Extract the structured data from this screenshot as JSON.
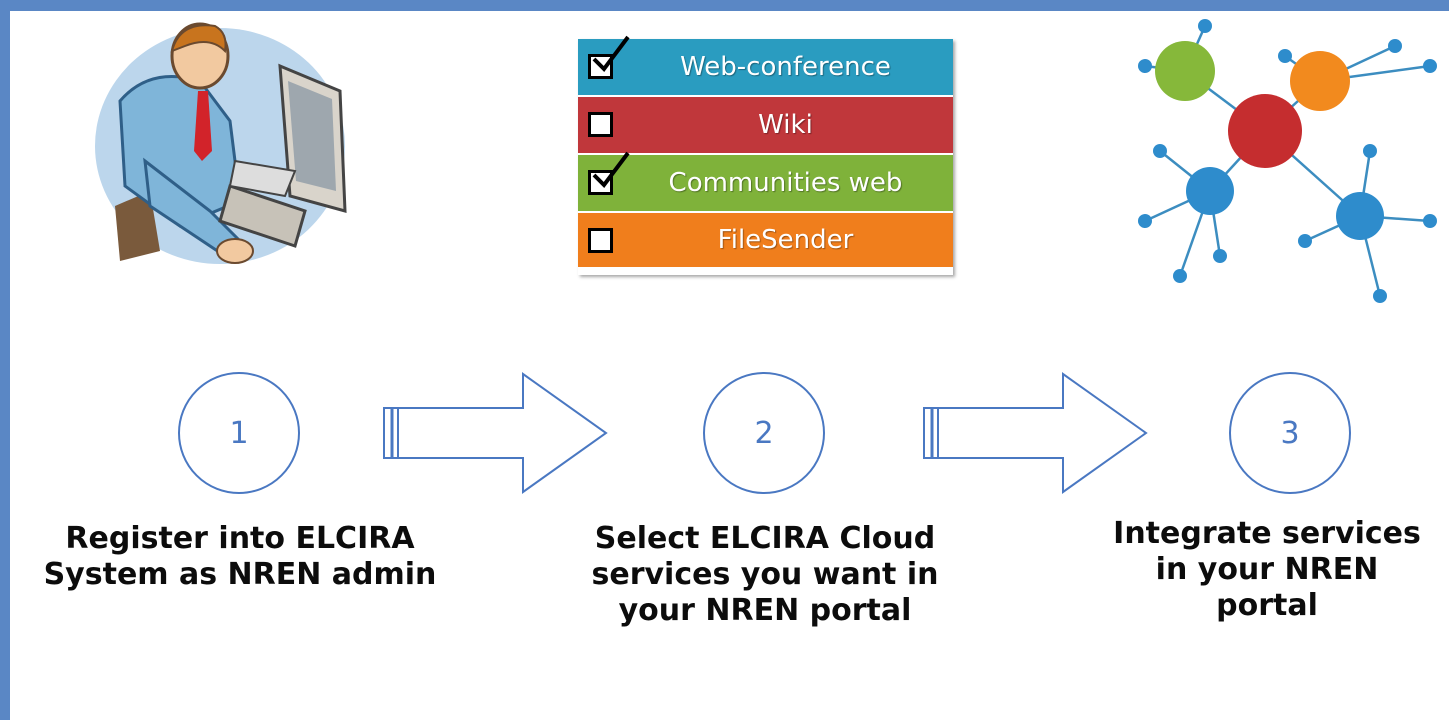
{
  "colors": {
    "frame": "#5a87c5",
    "accent": "#4a78c2",
    "webconf": "#2a9cc0",
    "wiki": "#c0373b",
    "communities": "#7fb23a",
    "filesender": "#f07e1c"
  },
  "services": [
    {
      "label": "Web-conference",
      "checked": true,
      "color": "#2a9cc0"
    },
    {
      "label": "Wiki",
      "checked": false,
      "color": "#c0373b"
    },
    {
      "label": "Communities web",
      "checked": true,
      "color": "#7fb23a"
    },
    {
      "label": "FileSender",
      "checked": false,
      "color": "#f07e1c"
    }
  ],
  "steps": [
    {
      "number": "1",
      "line1": "Register into ELCIRA",
      "line2": "System as NREN admin",
      "line3": ""
    },
    {
      "number": "2",
      "line1": "Select ELCIRA Cloud",
      "line2": "services you want in",
      "line3": "your NREN portal"
    },
    {
      "number": "3",
      "line1": "Integrate services",
      "line2": "in your NREN",
      "line3": "portal"
    }
  ],
  "icons": {
    "person": "person-at-computer-icon",
    "network": "network-graph-icon",
    "arrow": "right-arrow-icon"
  }
}
